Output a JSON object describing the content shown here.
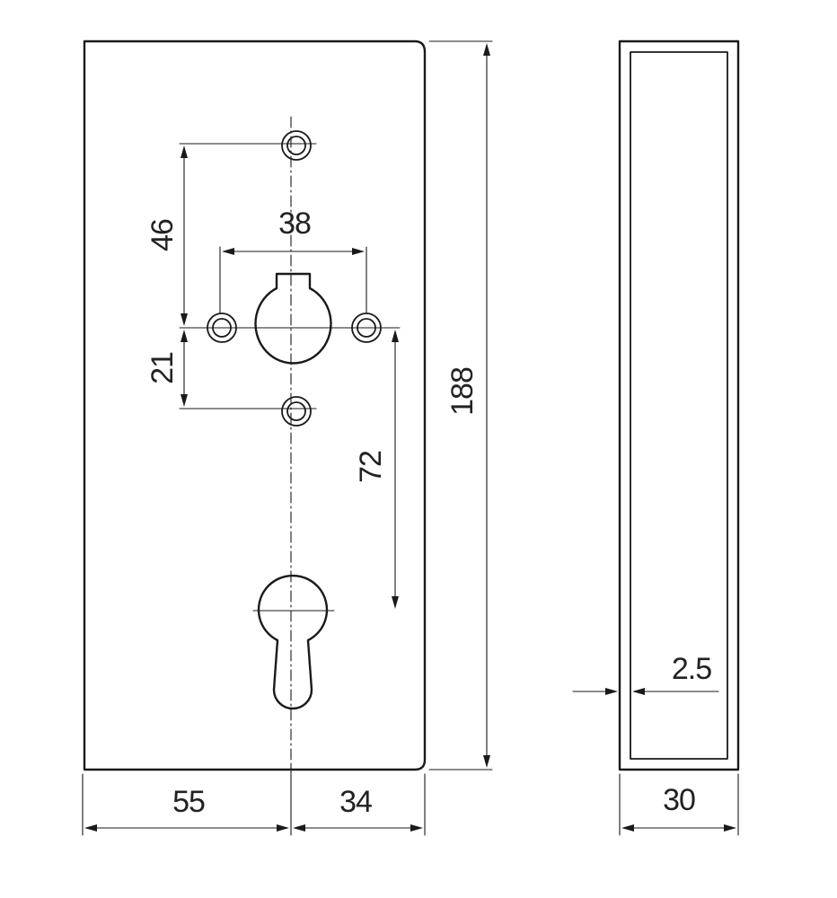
{
  "dimensions": {
    "hole_spacing_vertical_top": "46",
    "hole_spacing_horizontal": "38",
    "hole_spacing_vertical_bottom": "21",
    "center_to_cylinder": "72",
    "overall_height": "188",
    "left_to_center": "55",
    "center_to_right": "34",
    "wall_thickness": "2.5",
    "depth": "30"
  },
  "colors": {
    "line": "#1a1a1a",
    "text": "#222222",
    "background": "#ffffff"
  }
}
